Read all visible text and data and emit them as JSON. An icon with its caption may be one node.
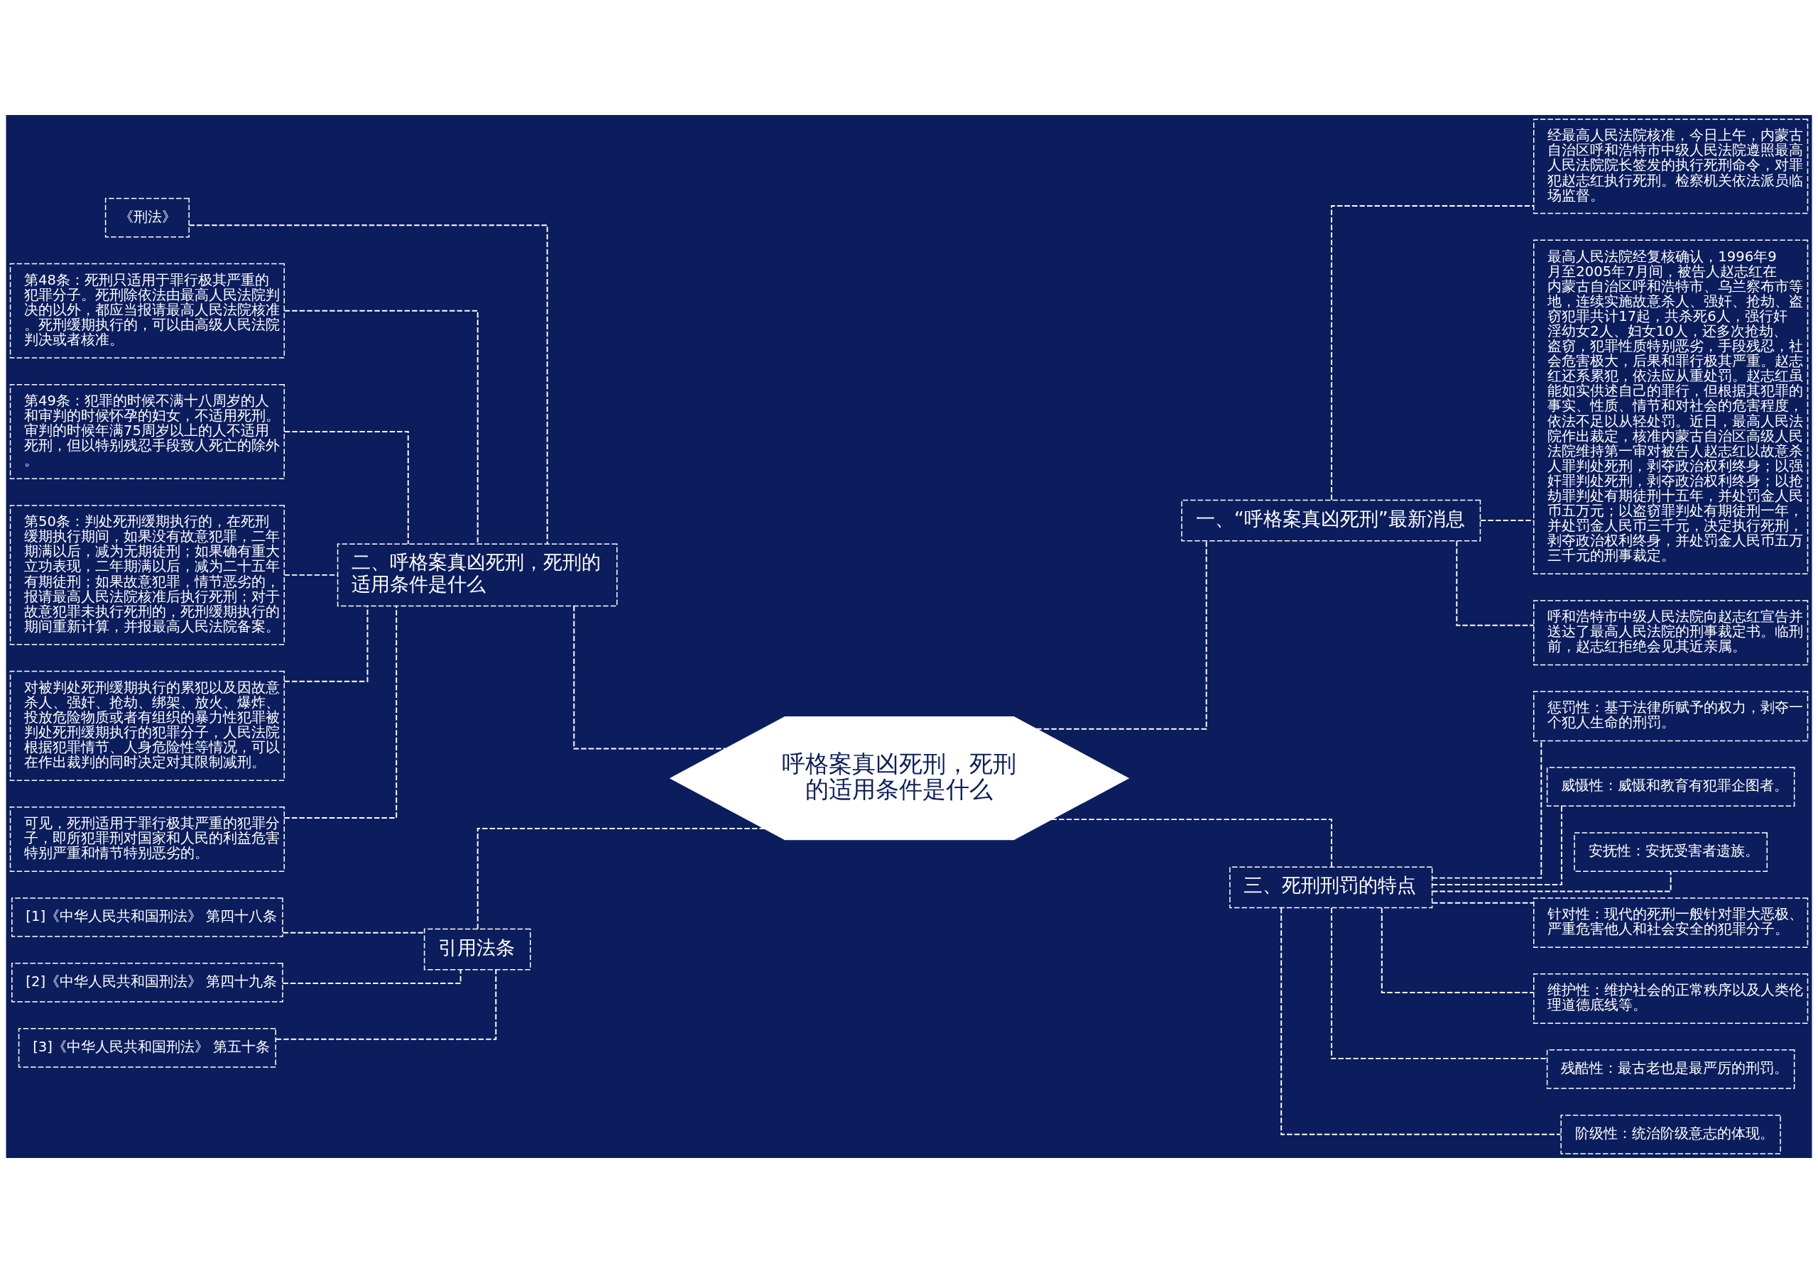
{
  "diagram": {
    "nodes": [
      {
        "text": [
          "呼格案真凶死刑，死刑的适用条件是什么"
        ]
      },
      {
        "text": [
          "二、呼格案真凶死刑，死刑的适用条件是什么"
        ]
      },
      {
        "text": [
          "《刑法》"
        ]
      },
      {
        "text": [
          "第48条：死刑只适用于罪行极其严重的犯罪分子。死刑除依法由最高人民法院判决的以外，都应当报请最高人民法院核准。死刑缓期执行的，可以由高级人民法院判决或者核准。"
        ]
      },
      {
        "text": [
          "第49条：犯罪的时候不满十八周岁的人和审判的时候怀孕的妇女，不适用死刑。审判的时候年满75周岁以上的人不适用死刑，但以特别残忍手段致人死亡的除外。"
        ]
      },
      {
        "text": [
          "第50条：判处死刑缓期执行的，在死刑缓期执行期间，如果没有故意犯罪，二年期满以后，减为无期徒刑；如果确有重大立功表现，二年期满以后，减为二十五年有期徒刑；如果故意犯罪，情节恶劣的，报请最高人民法院核准后执行死刑；对于故意犯罪未执行死刑的，死刑缓期执行的期间重新计算，并报最高人民法院备案。"
        ]
      },
      {
        "text": [
          "对被判处死刑缓期执行的累犯以及因故意杀人、强奸、抢劫、绑架、放火、爆炸、投放危险物质或者有组织的暴力性犯罪被判处死刑缓期执行的犯罪分子，人民法院根据犯罪情节、人身危险性等情况，可以在作出裁判的同时决定对其限制减刑。"
        ]
      },
      {
        "text": [
          "可见，死刑适用于罪行极其严重的犯罪分子，即所犯罪刑对国家和人民的利益危害特别严重和情节特别恶劣的。"
        ]
      },
      {
        "text": [
          "引用法条"
        ]
      },
      {
        "text": [
          "[1]《中华人民共和国刑法》 第四十八条"
        ]
      },
      {
        "text": [
          "[2]《中华人民共和国刑法》 第四十九条"
        ]
      },
      {
        "text": [
          "[3]《中华人民共和国刑法》 第五十条"
        ]
      },
      {
        "text": [
          "一、“呼格案真凶死刑”最新消息"
        ]
      },
      {
        "text": [
          "经最高人民法院核准，今日上午，内蒙古自治区呼和浩特市中级人民法院遵照最高人民法院院长签发的执行死刑命令，对罪犯赵志红执行死刑。检察机关依法派员临场监督。"
        ]
      },
      {
        "text": [
          "最高人民法院经复核确认，1996年9月至2005年7月间，被告人赵志红在内蒙古自治区呼和浩特市、乌兰察布市等地，连续实施故意杀人、强奸、抢劫、盗窃犯罪共计17起，共杀死6人，强行奸淫幼女2人、妇女10人，还多次抢劫、盗窃，犯罪性质特别恶劣，手段残忍，社会危害极大，后果和罪行极其严重。赵志红还系累犯，依法应从重处罚。赵志红虽能如实供述自己的罪行，但根据其犯罪的事实、性质、情节和对社会的危害程度，依法不足以从轻处罚。近日，最高人民法院作出裁定，核准内蒙古自治区高级人民法院维持第一审对被告人赵志红以故意杀人罪判处死刑，剥夺政治权利终身；以强奸罪判处死刑，剥夺政治权利终身；以抢劫罪判处有期徒刑十五年，并处罚金人民币五万元；以盗窃罪判处有期徒刑一年，并处罚金人民币三千元，决定执行死刑，剥夺政治权利终身，并处罚金人民币五万三千元的刑事裁定。"
        ]
      },
      {
        "text": [
          "呼和浩特市中级人民法院向赵志红宣告并送达了最高人民法院的刑事裁定书。临刑前，赵志红拒绝会见其近亲属。"
        ]
      },
      {
        "text": [
          "三、死刑刑罚的特点"
        ]
      },
      {
        "text": [
          "惩罚性：基于法律所赋予的权力，剥夺一个犯人生命的刑罚。"
        ]
      },
      {
        "text": [
          "威慑性：威慑和教育有犯罪企图者。"
        ]
      },
      {
        "text": [
          "安抚性：安抚受害者遗族。"
        ]
      },
      {
        "text": [
          "针对性：现代的死刑一般针对罪大恶极、严重危害他人和社会安全的犯罪分子。"
        ]
      },
      {
        "text": [
          "维护性：维护社会的正常秩序以及人类伦理道德底线等。"
        ]
      },
      {
        "text": [
          "残酷性：最古老也是最严厉的刑罚。"
        ]
      },
      {
        "text": [
          "阶级性：统治阶级意志的体现。"
        ]
      }
    ],
    "edges": [
      {
        "from": 2,
        "to": 1,
        "arrow": "none"
      },
      {
        "from": 3,
        "to": 1,
        "arrow": "none"
      },
      {
        "from": 4,
        "to": 1,
        "arrow": "none"
      },
      {
        "from": 5,
        "to": 1,
        "arrow": "none"
      },
      {
        "from": 6,
        "to": 1,
        "arrow": "none"
      },
      {
        "from": 7,
        "to": 1,
        "arrow": "none"
      },
      {
        "from": 1,
        "to": 0,
        "arrow": "none"
      },
      {
        "from": 9,
        "to": 8,
        "arrow": "none"
      },
      {
        "from": 10,
        "to": 8,
        "arrow": "none"
      },
      {
        "from": 11,
        "to": 8,
        "arrow": "none"
      },
      {
        "from": 8,
        "to": 0,
        "arrow": "none"
      },
      {
        "from": 0,
        "to": 12,
        "arrow": "none"
      },
      {
        "from": 12,
        "to": 13,
        "arrow": "none"
      },
      {
        "from": 12,
        "to": 14,
        "arrow": "none"
      },
      {
        "from": 12,
        "to": 15,
        "arrow": "none"
      },
      {
        "from": 0,
        "to": 16,
        "arrow": "none"
      },
      {
        "from": 16,
        "to": 17,
        "arrow": "none"
      },
      {
        "from": 16,
        "to": 18,
        "arrow": "none"
      },
      {
        "from": 16,
        "to": 19,
        "arrow": "none"
      },
      {
        "from": 16,
        "to": 20,
        "arrow": "none"
      },
      {
        "from": 16,
        "to": 21,
        "arrow": "none"
      },
      {
        "from": 16,
        "to": 22,
        "arrow": "none"
      },
      {
        "from": 16,
        "to": 23,
        "arrow": "none"
      }
    ]
  }
}
